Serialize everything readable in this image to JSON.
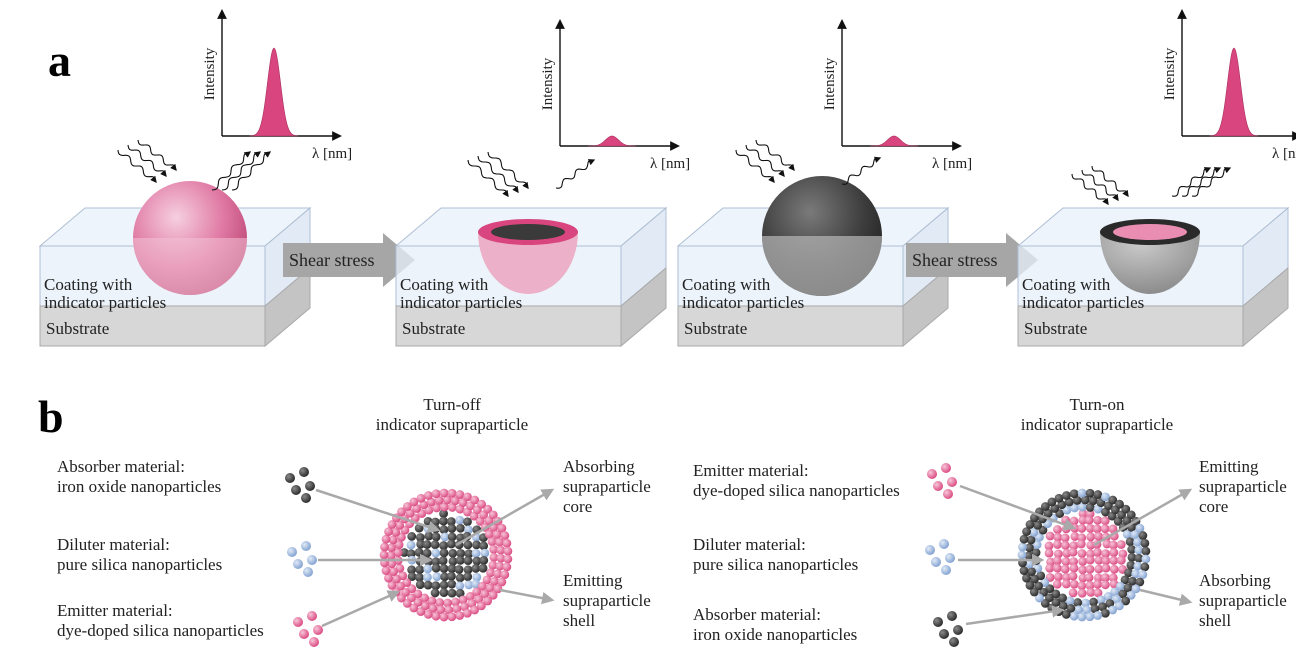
{
  "panel_a": {
    "letter": "a",
    "axis_y": "Intensity",
    "axis_x": "λ [nm]",
    "coating": [
      "Coating with",
      "indicator particles"
    ],
    "substrate": "Substrate",
    "shear": "Shear stress"
  },
  "panel_b": {
    "letter": "b",
    "turn_off_title": [
      "Turn-off",
      "indicator supraparticle"
    ],
    "turn_on_title": [
      "Turn-on",
      "indicator supraparticle"
    ],
    "left": {
      "absorber": [
        "Absorber material:",
        "iron oxide nanoparticles"
      ],
      "diluter": [
        "Diluter material:",
        "pure silica nanoparticles"
      ],
      "emitter": [
        "Emitter material:",
        "dye-doped silica nanoparticles"
      ],
      "core": [
        "Absorbing",
        "supraparticle",
        "core"
      ],
      "shell": [
        "Emitting",
        "supraparticle",
        "shell"
      ]
    },
    "right": {
      "emitter": [
        "Emitter material:",
        "dye-doped silica nanoparticles"
      ],
      "diluter": [
        "Diluter material:",
        "pure silica nanoparticles"
      ],
      "absorber": [
        "Absorber material:",
        "iron oxide nanoparticles"
      ],
      "core": [
        "Emitting",
        "supraparticle",
        "core"
      ],
      "shell": [
        "Absorbing",
        "supraparticle",
        "shell"
      ]
    }
  },
  "colors": {
    "pink": "#d9457f",
    "pink_light": "#e9a6c0",
    "dark": "#3a3a3a",
    "blue": "#9bb6dc",
    "gray_arrow": "#a9a9a9"
  }
}
